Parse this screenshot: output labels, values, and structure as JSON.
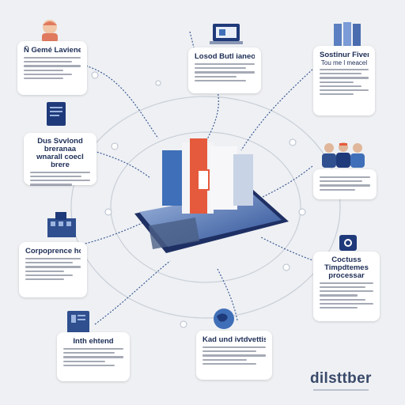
{
  "cards": {
    "top_left": "Ñ Gemé Lavienebo",
    "top_center": "Losod Butl ianeore",
    "top_right": "Sostinur Fivenodbo",
    "top_right_sub": "Tou me l meacel",
    "mid_left": "Dus Svvlond breranaa\nwnarall coecl brere",
    "bottom_left": "Corpoprence horo",
    "right_mid": "Coctuss Timpdtemes\nprocessar",
    "bottom_center_left": "Inth ehtend",
    "bottom_center": "Kad und ivtdvettistlo"
  },
  "brand": "dilsttber",
  "colors": {
    "navy": "#1f3a7a",
    "orange": "#e07a5f",
    "blue": "#3f6fb8",
    "line": "#3a5a9a"
  },
  "icon_names": [
    "device-icon",
    "document-icon",
    "building-icon",
    "team-icon",
    "avatar-icon",
    "laptop-icon",
    "globe-icon",
    "books-icon",
    "server-stack-icon"
  ]
}
